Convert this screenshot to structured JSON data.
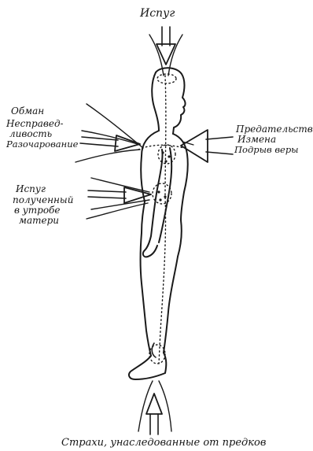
{
  "diagram": {
    "labels": {
      "top": "Испуг",
      "left_upper": [
        "Обман",
        "Несправед-",
        "ливость",
        "Разочарование"
      ],
      "left_lower": [
        "Испуг",
        "полученный",
        "в утробе",
        "матери"
      ],
      "right": [
        "Предательство",
        "Измена",
        "Подрыв веры"
      ],
      "bottom": "Страхи, унаследованные от предков"
    }
  }
}
